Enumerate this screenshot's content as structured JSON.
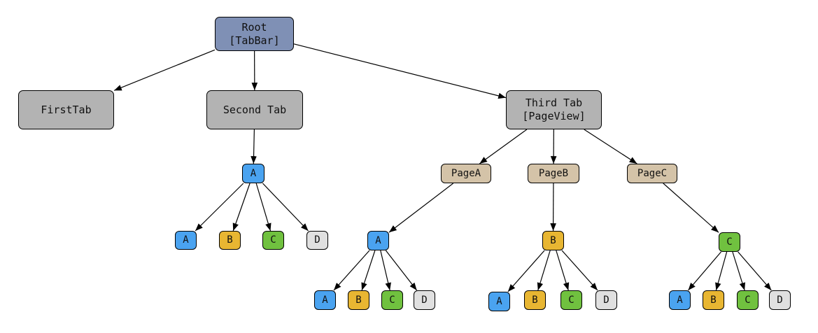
{
  "colors": {
    "root": "#7f90b5",
    "tab": "#b3b3b3",
    "page": "#d4c3a8",
    "a": "#4aa3f0",
    "b": "#e8b632",
    "c": "#70c13f",
    "d": "#e0e0e0",
    "edge": "#000000"
  },
  "nodes": {
    "root": {
      "label": "Root\n[TabBar]",
      "color": "root"
    },
    "first_tab": {
      "label": "FirstTab",
      "color": "tab"
    },
    "second_tab": {
      "label": "Second Tab",
      "color": "tab"
    },
    "third_tab": {
      "label": "Third Tab\n[PageView]",
      "color": "tab"
    },
    "st_a": {
      "label": "A",
      "color": "a"
    },
    "st_a_a": {
      "label": "A",
      "color": "a"
    },
    "st_a_b": {
      "label": "B",
      "color": "b"
    },
    "st_a_c": {
      "label": "C",
      "color": "c"
    },
    "st_a_d": {
      "label": "D",
      "color": "d"
    },
    "page_a": {
      "label": "PageA",
      "color": "page"
    },
    "page_b": {
      "label": "PageB",
      "color": "page"
    },
    "page_c": {
      "label": "PageC",
      "color": "page"
    },
    "pa_a": {
      "label": "A",
      "color": "a"
    },
    "pb_b": {
      "label": "B",
      "color": "b"
    },
    "pc_c": {
      "label": "C",
      "color": "c"
    },
    "pa_a_a": {
      "label": "A",
      "color": "a"
    },
    "pa_a_b": {
      "label": "B",
      "color": "b"
    },
    "pa_a_c": {
      "label": "C",
      "color": "c"
    },
    "pa_a_d": {
      "label": "D",
      "color": "d"
    },
    "pb_b_a": {
      "label": "A",
      "color": "a"
    },
    "pb_b_b": {
      "label": "B",
      "color": "b"
    },
    "pb_b_c": {
      "label": "C",
      "color": "c"
    },
    "pb_b_d": {
      "label": "D",
      "color": "d"
    },
    "pc_c_a": {
      "label": "A",
      "color": "a"
    },
    "pc_c_b": {
      "label": "B",
      "color": "b"
    },
    "pc_c_c": {
      "label": "C",
      "color": "c"
    },
    "pc_c_d": {
      "label": "D",
      "color": "d"
    }
  },
  "edges": [
    [
      "root",
      "first_tab"
    ],
    [
      "root",
      "second_tab"
    ],
    [
      "root",
      "third_tab"
    ],
    [
      "second_tab",
      "st_a"
    ],
    [
      "st_a",
      "st_a_a"
    ],
    [
      "st_a",
      "st_a_b"
    ],
    [
      "st_a",
      "st_a_c"
    ],
    [
      "st_a",
      "st_a_d"
    ],
    [
      "third_tab",
      "page_a"
    ],
    [
      "third_tab",
      "page_b"
    ],
    [
      "third_tab",
      "page_c"
    ],
    [
      "page_a",
      "pa_a"
    ],
    [
      "page_b",
      "pb_b"
    ],
    [
      "page_c",
      "pc_c"
    ],
    [
      "pa_a",
      "pa_a_a"
    ],
    [
      "pa_a",
      "pa_a_b"
    ],
    [
      "pa_a",
      "pa_a_c"
    ],
    [
      "pa_a",
      "pa_a_d"
    ],
    [
      "pb_b",
      "pb_b_a"
    ],
    [
      "pb_b",
      "pb_b_b"
    ],
    [
      "pb_b",
      "pb_b_c"
    ],
    [
      "pb_b",
      "pb_b_d"
    ],
    [
      "pc_c",
      "pc_c_a"
    ],
    [
      "pc_c",
      "pc_c_b"
    ],
    [
      "pc_c",
      "pc_c_c"
    ],
    [
      "pc_c",
      "pc_c_d"
    ]
  ]
}
